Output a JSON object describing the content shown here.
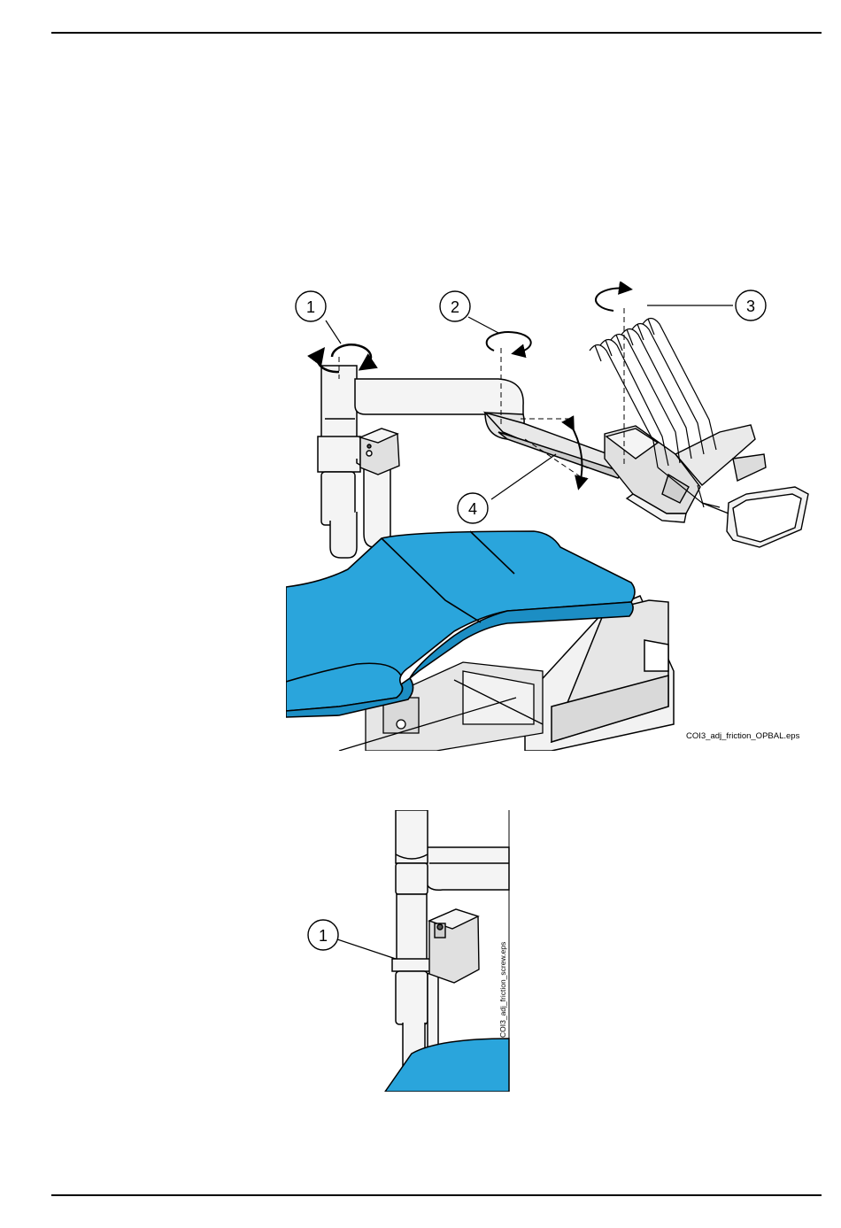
{
  "figure_main": {
    "caption": "COI3_adj_friction_OPBAL.eps",
    "callouts": [
      "1",
      "2",
      "3",
      "4"
    ]
  },
  "figure_detail": {
    "caption": "COI3_adj_friction_screw.eps",
    "callouts": [
      "1"
    ]
  },
  "colors": {
    "seat_blue": "#2aa5dc",
    "line": "#000000",
    "metal_light": "#f2f2f2",
    "metal_mid": "#d9d9d9"
  }
}
